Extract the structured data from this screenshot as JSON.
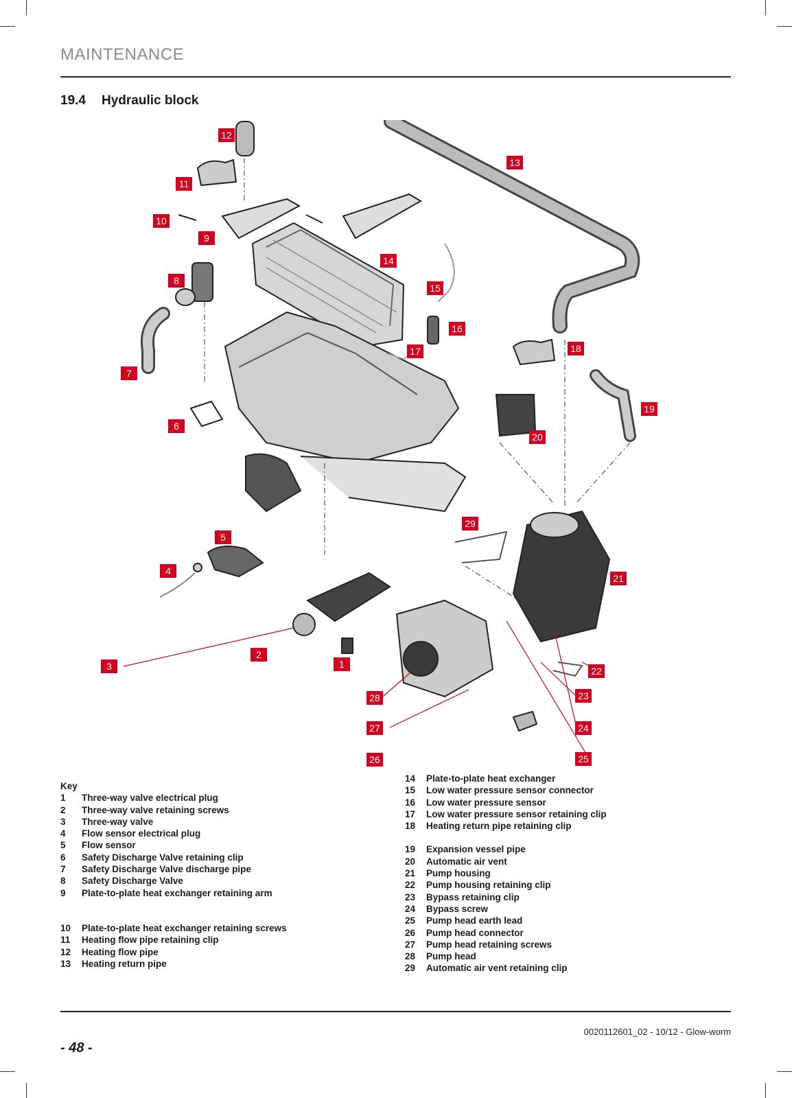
{
  "header": {
    "section": "MAINTENANCE"
  },
  "heading": {
    "number": "19.4",
    "title": "Hydraulic block"
  },
  "callouts": [
    "1",
    "2",
    "3",
    "4",
    "5",
    "6",
    "7",
    "8",
    "9",
    "10",
    "11",
    "12",
    "13",
    "14",
    "15",
    "16",
    "17",
    "18",
    "19",
    "20",
    "21",
    "22",
    "23",
    "24",
    "25",
    "26",
    "27",
    "28",
    "29"
  ],
  "key": {
    "title": "Key",
    "left": [
      {
        "n": "1",
        "label": "Three-way valve electrical plug"
      },
      {
        "n": "2",
        "label": "Three-way valve retaining screws"
      },
      {
        "n": "3",
        "label": "Three-way valve"
      },
      {
        "n": "4",
        "label": "Flow sensor electrical plug"
      },
      {
        "n": "5",
        "label": "Flow sensor"
      },
      {
        "n": "6",
        "label": "Safety Discharge Valve retaining clip"
      },
      {
        "n": "7",
        "label": "Safety Discharge Valve discharge pipe"
      },
      {
        "n": "8",
        "label": "Safety Discharge Valve"
      },
      {
        "n": "9",
        "label": "Plate-to-plate heat exchanger retaining arm"
      }
    ],
    "left2": [
      {
        "n": "10",
        "label": "Plate-to-plate heat exchanger retaining screws"
      },
      {
        "n": "11",
        "label": "Heating flow pipe retaining clip"
      },
      {
        "n": "12",
        "label": "Heating flow pipe"
      },
      {
        "n": "13",
        "label": "Heating return pipe"
      }
    ],
    "right": [
      {
        "n": "14",
        "label": "Plate-to-plate heat exchanger"
      },
      {
        "n": "15",
        "label": "Low water pressure sensor connector"
      },
      {
        "n": "16",
        "label": "Low water pressure sensor"
      },
      {
        "n": "17",
        "label": "Low water pressure sensor retaining clip"
      },
      {
        "n": "18",
        "label": "Heating return pipe retaining clip"
      }
    ],
    "right2": [
      {
        "n": "19",
        "label": "Expansion vessel pipe"
      },
      {
        "n": "20",
        "label": "Automatic air vent"
      },
      {
        "n": "21",
        "label": "Pump housing"
      },
      {
        "n": "22",
        "label": "Pump housing retaining clip"
      },
      {
        "n": "23",
        "label": "Bypass retaining clip"
      },
      {
        "n": "24",
        "label": "Bypass screw"
      },
      {
        "n": "25",
        "label": "Pump head earth lead"
      },
      {
        "n": "26",
        "label": "Pump head connector"
      },
      {
        "n": "27",
        "label": "Pump head retaining screws"
      },
      {
        "n": "28",
        "label": "Pump head"
      },
      {
        "n": "29",
        "label": "Automatic air vent retaining clip"
      }
    ]
  },
  "footer": {
    "reference": "0020112601_02 - 10/12 - Glow-worm",
    "page": "- 48 -"
  },
  "colors": {
    "accent": "#d2001e",
    "section_grey": "#8a8a8a"
  }
}
